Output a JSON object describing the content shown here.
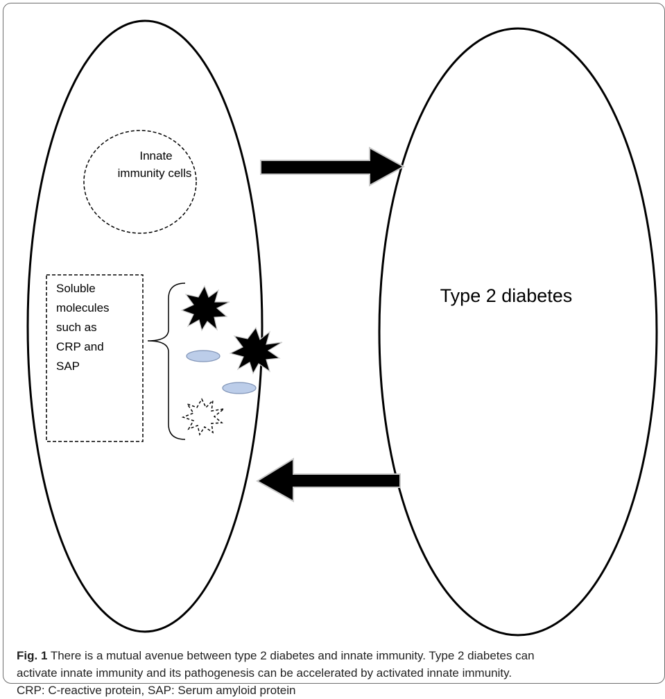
{
  "diagram": {
    "innate_cells_label": [
      "Innate",
      "immunity cells"
    ],
    "soluble_label": [
      "Soluble",
      "molecules",
      "such as",
      "CRP and",
      "SAP"
    ],
    "diabetes_label": "Type 2 diabetes"
  },
  "caption": {
    "fig_label": "Fig. 1",
    "line1": " There is a mutual avenue between type 2 diabetes and innate immunity. Type 2 diabetes can",
    "line2": "activate innate immunity and its pathogenesis can be accelerated by activated innate immunity.",
    "line3": "CRP: C-reactive protein, SAP: Serum amyloid protein"
  }
}
